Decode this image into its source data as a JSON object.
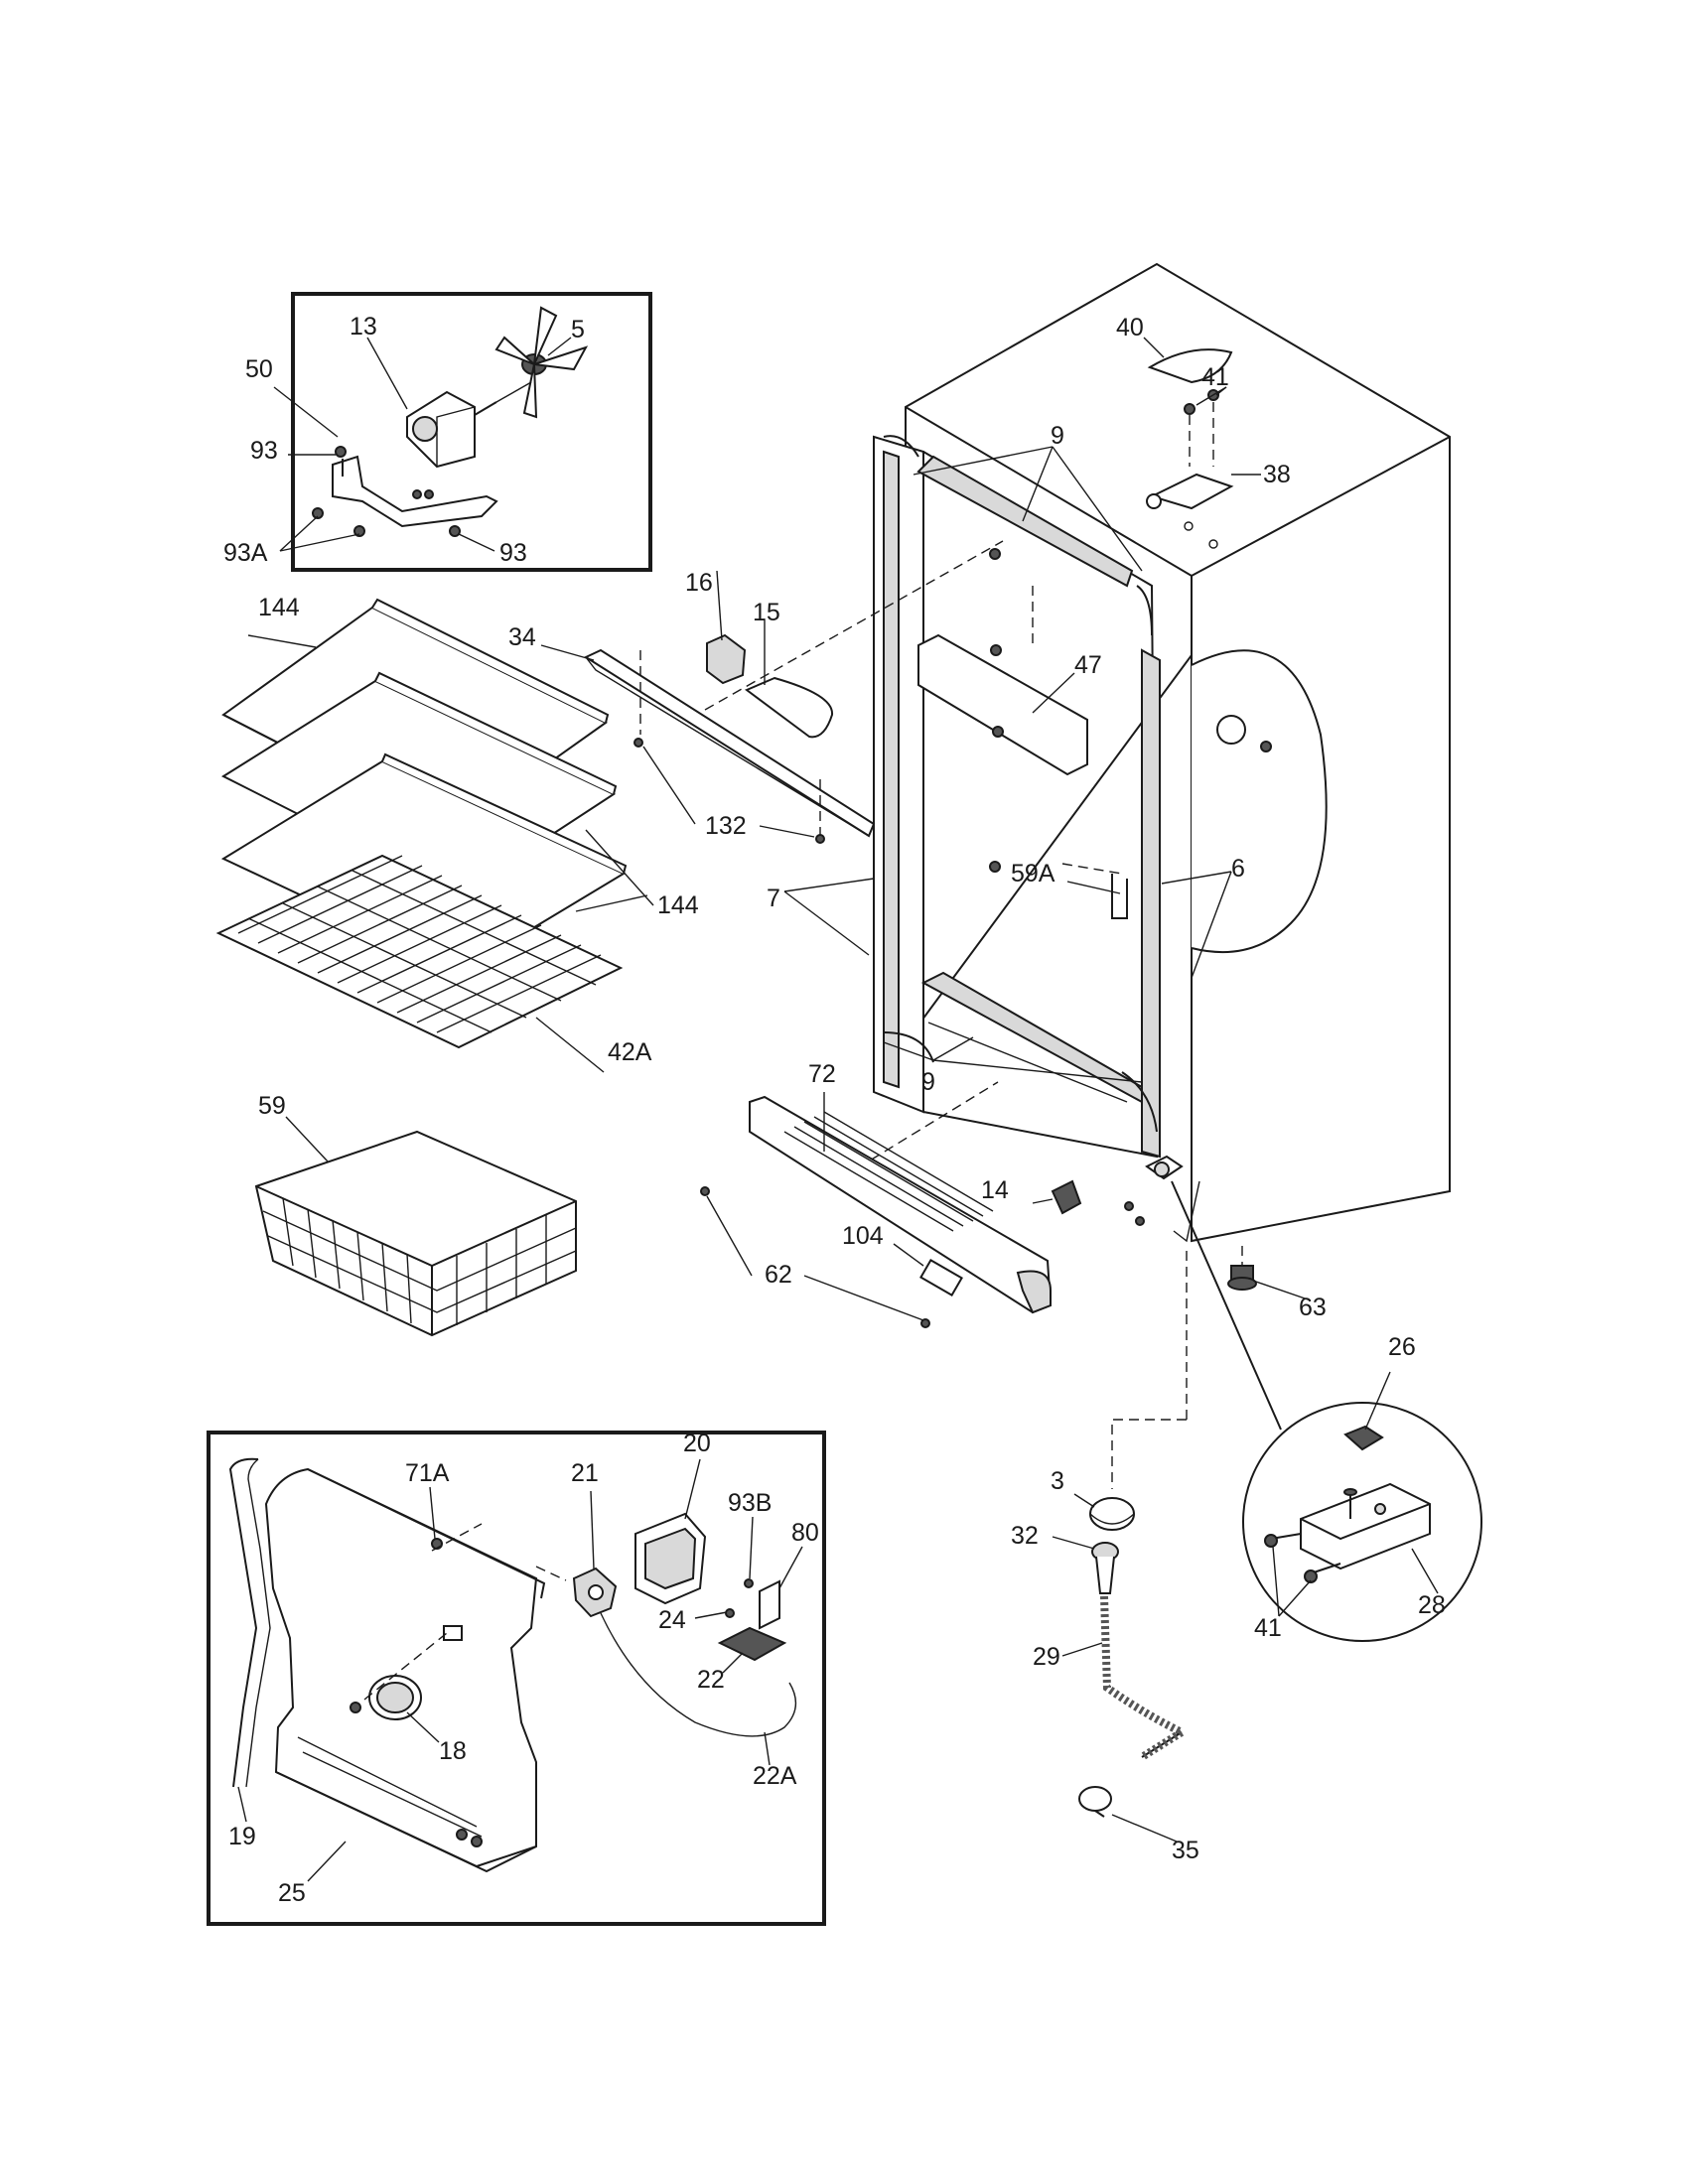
{
  "labels": {
    "p13": "13",
    "p5": "5",
    "p50": "50",
    "p93_top": "93",
    "p93A": "93A",
    "p93_bottom": "93",
    "p144_top": "144",
    "p144_mid": "144",
    "p42A": "42A",
    "p59": "59",
    "p34": "34",
    "p16": "16",
    "p15": "15",
    "p132": "132",
    "p9_top": "9",
    "p9_bottom": "9",
    "p7": "7",
    "p47": "47",
    "p59A": "59A",
    "p6": "6",
    "p40": "40",
    "p41_top": "41",
    "p38": "38",
    "p72": "72",
    "p14": "14",
    "p62": "62",
    "p104": "104",
    "p63": "63",
    "p26": "26",
    "p28": "28",
    "p41_bottom": "41",
    "p3": "3",
    "p32": "32",
    "p29": "29",
    "p35": "35",
    "p71A": "71A",
    "p21": "21",
    "p20": "20",
    "p93B": "93B",
    "p80": "80",
    "p24": "24",
    "p22": "22",
    "p22A": "22A",
    "p18": "18",
    "p19": "19",
    "p25": "25"
  }
}
